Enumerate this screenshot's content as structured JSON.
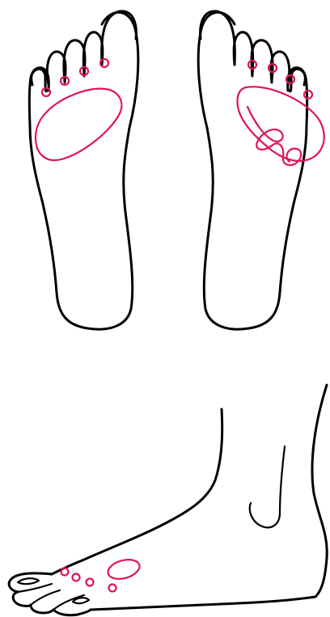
{
  "diagram": {
    "colors": {
      "outline": "#000000",
      "marker": "#e0145b",
      "background": "#ffffff"
    },
    "figures": [
      {
        "view": "left-foot-sole",
        "markers": [
          "toe-point",
          "toe-point",
          "toe-point",
          "toe-point",
          "ball-of-foot-area"
        ]
      },
      {
        "view": "right-foot-sole",
        "markers": [
          "toe-point",
          "toe-point",
          "toe-point",
          "toe-point",
          "ball-of-foot-area",
          "looped-path"
        ]
      },
      {
        "view": "foot-side-view",
        "markers": [
          "toe-point",
          "toe-point",
          "toe-point",
          "toe-point",
          "top-of-foot-area"
        ]
      }
    ]
  }
}
